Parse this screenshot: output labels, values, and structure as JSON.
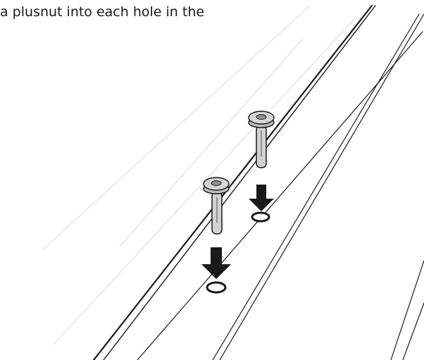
{
  "caption": "a plusnut into each hole in the",
  "colors": {
    "line": "#1a1a1a",
    "faint_line": "#c8c8c8",
    "nut_body": "#c9c9c9",
    "nut_shade": "#8e8e8e",
    "arrow": "#1a1a1a"
  },
  "parts": [
    {
      "name": "plusnut",
      "icon": "plusnut-icon"
    },
    {
      "name": "insertion-arrow",
      "icon": "down-arrow-icon"
    },
    {
      "name": "hole",
      "icon": "hole-icon"
    }
  ]
}
